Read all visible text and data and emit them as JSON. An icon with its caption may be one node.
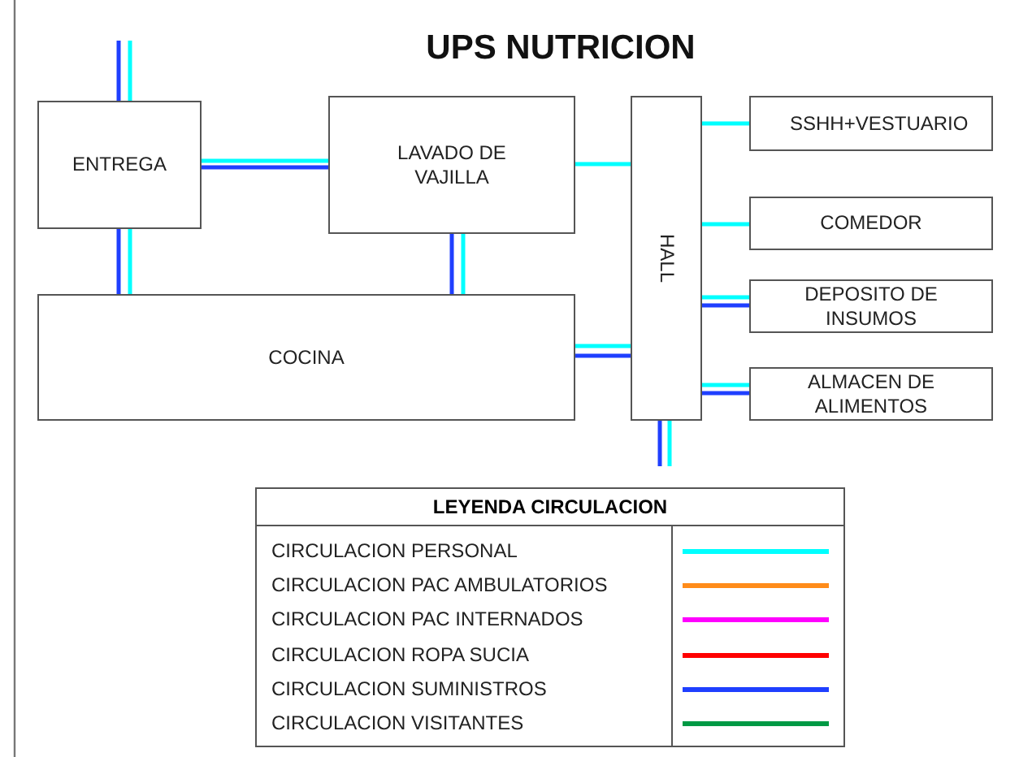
{
  "diagram": {
    "title": "UPS NUTRICION",
    "nodes": [
      {
        "text": [
          "ENTREGA"
        ]
      },
      {
        "text": [
          "LAVADO DE VAJILLA"
        ]
      },
      {
        "text": [
          "COCINA"
        ]
      },
      {
        "text": [
          "HALL"
        ]
      },
      {
        "text": [
          "SSHH+VESTUARIO"
        ]
      },
      {
        "text": [
          "COMEDOR"
        ]
      },
      {
        "text": [
          "DEPOSITO DE INSUMOS"
        ]
      },
      {
        "text": [
          "ALMACEN DE ALIMENTOS"
        ]
      }
    ],
    "edges": [
      {
        "from": null,
        "to": 0,
        "arrow": "none",
        "color": "#1f3fff"
      },
      {
        "from": null,
        "to": 0,
        "arrow": "none"
      },
      {
        "from": 0,
        "to": 1,
        "arrow": "none"
      },
      {
        "from": 0,
        "to": 1,
        "arrow": "none",
        "color": "#1f3fff"
      },
      {
        "from": 0,
        "to": 2,
        "arrow": "none",
        "color": "#1f3fff"
      },
      {
        "from": 0,
        "to": 2,
        "arrow": "none"
      },
      {
        "from": 1,
        "to": 3,
        "arrow": "none"
      },
      {
        "from": 1,
        "to": 2,
        "arrow": "none",
        "color": "#1f3fff"
      },
      {
        "from": 1,
        "to": 2,
        "arrow": "none"
      },
      {
        "from": 2,
        "to": 3,
        "arrow": "none"
      },
      {
        "from": 2,
        "to": 3,
        "arrow": "none",
        "color": "#1f3fff"
      },
      {
        "from": 3,
        "to": 4,
        "arrow": "none"
      },
      {
        "from": 3,
        "to": 5,
        "arrow": "none"
      },
      {
        "from": 3,
        "to": 6,
        "arrow": "none"
      },
      {
        "from": 3,
        "to": 6,
        "arrow": "none",
        "color": "#1f3fff"
      },
      {
        "from": 3,
        "to": 7,
        "arrow": "none"
      },
      {
        "from": 3,
        "to": 7,
        "arrow": "none",
        "color": "#1f3fff"
      },
      {
        "from": 3,
        "to": null,
        "arrow": "none",
        "color": "#1f3fff"
      },
      {
        "from": 3,
        "to": null,
        "arrow": "none"
      }
    ],
    "labels": [
      "LEYENDA CIRCULACION"
    ],
    "legend": [
      {
        "text": "CIRCULACION PERSONAL",
        "color": "#00ffff"
      },
      {
        "text": "CIRCULACION PAC AMBULATORIOS",
        "color": "#ff8c1a"
      },
      {
        "text": "CIRCULACION PAC INTERNADOS",
        "color": "#ff00ff"
      },
      {
        "text": "CIRCULACION ROPA SUCIA",
        "color": "#ff0000"
      },
      {
        "text": "CIRCULACION SUMINISTROS",
        "color": "#1f3fff"
      },
      {
        "text": "CIRCULACION VISITANTES",
        "color": "#009944"
      }
    ]
  }
}
